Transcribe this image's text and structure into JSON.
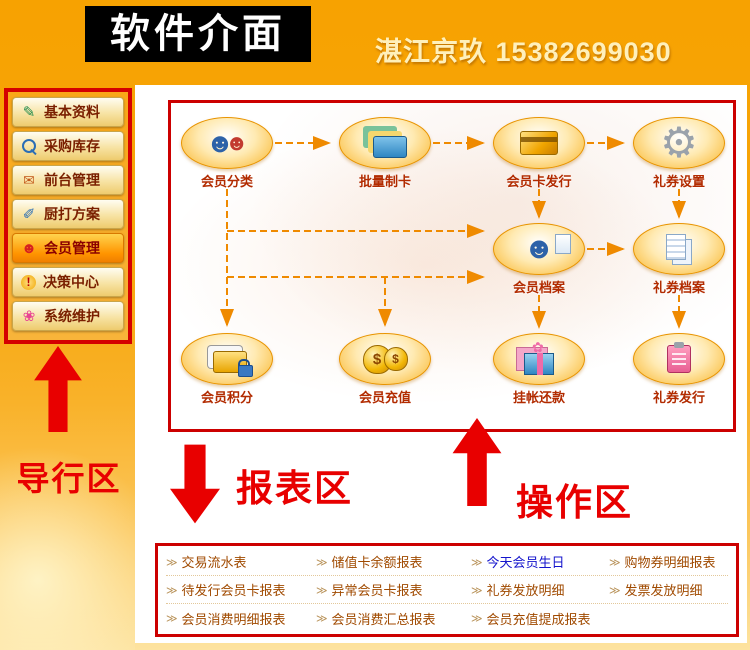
{
  "header": {
    "title": "软件介面",
    "contact": "湛江京玖 15382699030"
  },
  "colors": {
    "accent_red": "#e80000",
    "frame_red": "#cc0000",
    "banner_orange": "#f7a201",
    "link_brown": "#a04a00",
    "link_blue": "#1414cc",
    "flow_arrow_orange": "#ef8a00"
  },
  "sidebar": {
    "items": [
      {
        "label": "基本资料",
        "icon": "edit-icon",
        "active": false
      },
      {
        "label": "采购库存",
        "icon": "search-icon",
        "active": false
      },
      {
        "label": "前台管理",
        "icon": "mail-icon",
        "active": false
      },
      {
        "label": "厨打方案",
        "icon": "note-icon",
        "active": false
      },
      {
        "label": "会员管理",
        "icon": "member-icon",
        "active": true
      },
      {
        "label": "决策中心",
        "icon": "alert-icon",
        "active": false
      },
      {
        "label": "系统维护",
        "icon": "flower-icon",
        "active": false
      }
    ]
  },
  "flowchart": {
    "nodes": [
      {
        "label": "会员分类",
        "icon": "members-icon"
      },
      {
        "label": "批量制卡",
        "icon": "card-stack-icon"
      },
      {
        "label": "会员卡发行",
        "icon": "gold-card-icon"
      },
      {
        "label": "礼券设置",
        "icon": "gear-icon"
      },
      {
        "label": "会员档案",
        "icon": "person-document-icon"
      },
      {
        "label": "礼券档案",
        "icon": "documents-icon"
      },
      {
        "label": "会员积分",
        "icon": "card-lock-icon"
      },
      {
        "label": "会员充值",
        "icon": "money-bags-icon"
      },
      {
        "label": "挂帐还款",
        "icon": "gift-box-icon"
      },
      {
        "label": "礼券发行",
        "icon": "clipboard-icon"
      }
    ]
  },
  "annotations": {
    "nav": "导行区",
    "report": "报表区",
    "operation": "操作区"
  },
  "reports": {
    "rows": [
      [
        {
          "label": "交易流水表"
        },
        {
          "label": "储值卡余额报表"
        },
        {
          "label": "今天会员生日",
          "highlight": true
        },
        {
          "label": "购物券明细报表"
        }
      ],
      [
        {
          "label": "待发行会员卡报表"
        },
        {
          "label": "异常会员卡报表"
        },
        {
          "label": "礼券发放明细"
        },
        {
          "label": "发票发放明细"
        }
      ],
      [
        {
          "label": "会员消费明细报表"
        },
        {
          "label": "会员消费汇总报表"
        },
        {
          "label": "会员充值提成报表"
        }
      ]
    ]
  }
}
